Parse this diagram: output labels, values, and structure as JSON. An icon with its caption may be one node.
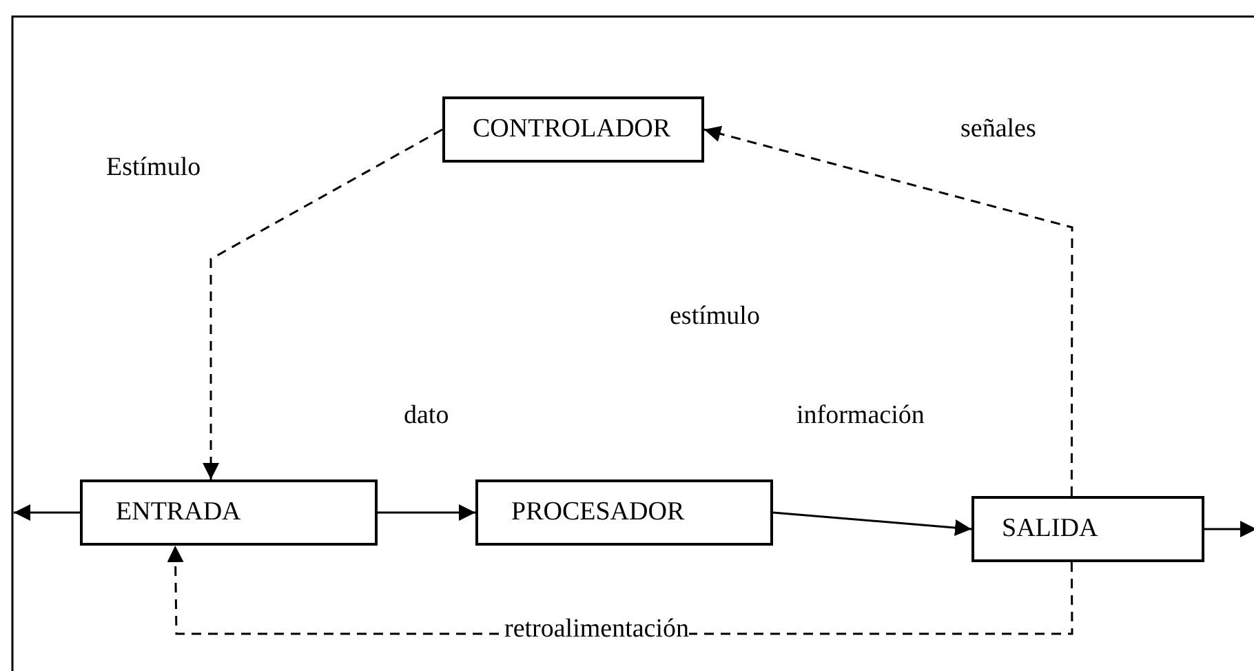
{
  "diagram": {
    "nodes": [
      {
        "text": [
          "CONTROLADOR"
        ]
      },
      {
        "text": [
          "ENTRADA"
        ]
      },
      {
        "text": [
          "PROCESADOR"
        ]
      },
      {
        "text": [
          "SALIDA"
        ]
      }
    ],
    "edges": [
      {
        "from": 0,
        "to": 1,
        "arrow": "to",
        "style": "dashed",
        "label": "Estímulo"
      },
      {
        "from": 1,
        "to": 2,
        "arrow": "to",
        "label": "dato"
      },
      {
        "from": 2,
        "to": 3,
        "arrow": "to",
        "label": "información"
      },
      {
        "from": 3,
        "to": 0,
        "arrow": "to",
        "style": "dashed",
        "label": "señales"
      },
      {
        "from": 3,
        "to": 1,
        "arrow": "to",
        "style": "dashed",
        "label": "retroalimentación"
      },
      {
        "from": 1,
        "to": null,
        "arrow": "to"
      },
      {
        "from": 3,
        "to": null,
        "arrow": "to"
      }
    ],
    "labels": [
      "estímulo"
    ]
  }
}
